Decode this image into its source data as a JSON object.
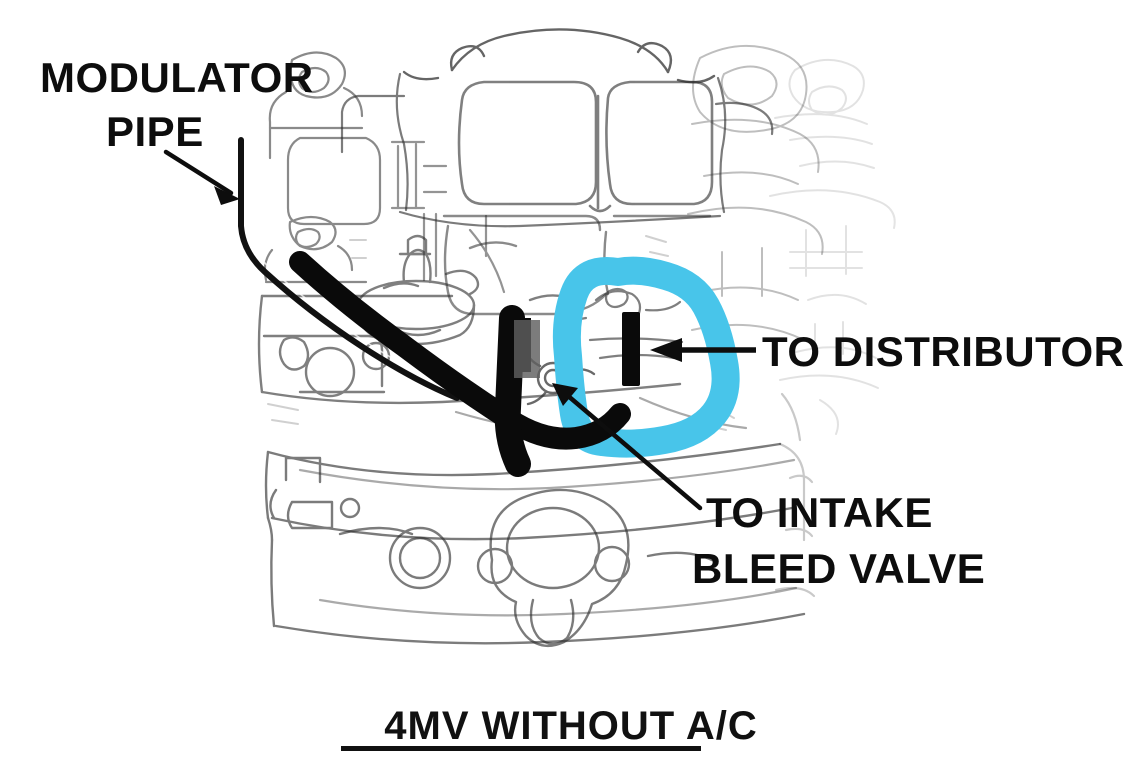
{
  "figure": {
    "kind": "vacuum-hose-routing-diagram",
    "subject": "Rochester 4MV Quadrajet carburetor and intake manifold",
    "background_color": "#ffffff",
    "line_art_color": "#1a1a1a",
    "caption": {
      "text": "4MV WITHOUT A/C",
      "underlined": true
    }
  },
  "callouts": [
    {
      "id": "modulator-pipe",
      "line1": "MODULATOR",
      "line2": "PIPE",
      "lines": [
        "MODULATOR",
        "PIPE"
      ],
      "text": "MODULATOR PIPE",
      "position": "top-left",
      "leader": "arrow pointing down-right to the thin steel modulator pipe"
    },
    {
      "id": "to-distributor",
      "line1": "TO DISTRIBUTOR",
      "lines": [
        "TO DISTRIBUTOR"
      ],
      "text": "TO DISTRIBUTOR",
      "position": "middle-right",
      "leader": "horizontal arrow pointing left to the vacuum nipple inside the highlight"
    },
    {
      "id": "to-intake-bleed-valve",
      "line1": "TO INTAKE",
      "line2": "BLEED VALVE",
      "lines": [
        "TO INTAKE",
        "BLEED VALVE"
      ],
      "text": "TO INTAKE BLEED VALVE",
      "position": "bottom-right",
      "leader": "diagonal arrow pointing up-left to the small round bleed valve fitting"
    }
  ],
  "annotation": {
    "id": "highlight-loop",
    "type": "hand-drawn-circle",
    "color": "#48c5ea",
    "stroke_width": 28,
    "encircles": "to-distributor",
    "description": "Hand-drawn cyan marker loop circling the distributor vacuum port"
  },
  "hoses": [
    {
      "id": "modulator-pipe-tube",
      "style": "thin-outline-steel-tube",
      "color": "#111111"
    },
    {
      "id": "main-vacuum-hose",
      "style": "thick-solid-black-hose",
      "color": "#0a0a0a"
    },
    {
      "id": "distributor-nipple",
      "style": "thick-solid-black-bar",
      "color": "#0a0a0a"
    }
  ]
}
